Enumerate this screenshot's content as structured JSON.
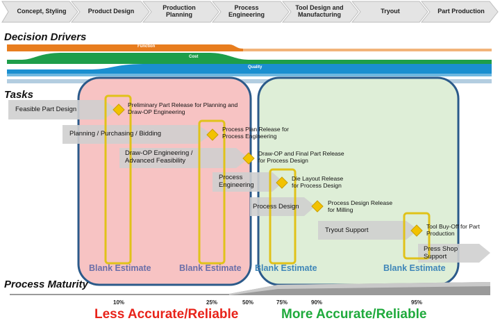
{
  "phases": [
    "Concept, Styling",
    "Product Design",
    "Production Planning",
    "Process Engineering",
    "Tool Design and Manufacturing",
    "Tryout",
    "Part Production"
  ],
  "sections": {
    "decision_drivers": "Decision Drivers",
    "tasks": "Tasks",
    "process_maturity": "Process Maturity"
  },
  "drivers": [
    {
      "label": "Function",
      "color": "#e87d1e"
    },
    {
      "label": "Cost",
      "color": "#1e9e4a"
    },
    {
      "label": "Quality",
      "color": "#1a8fd0"
    }
  ],
  "tasks": [
    "Feasible Part Design",
    "Planning / Purchasing / Bidding",
    "Draw-OP Engineering / Advanced Feasibility",
    "Process Engineering",
    "Process Design",
    "Tryout Support",
    "Press Shop Support"
  ],
  "milestones": [
    "Preliminary Part Release for Planning and Draw-OP Engineering",
    "Process Plan Release for Process Engineering",
    "Draw-OP and Final Part Release for Process Design",
    "Die Layout Release for Process Design",
    "Process Design Release for Milling",
    "Tool Buy-Off for Part Production"
  ],
  "estimates": [
    "Blank Estimate",
    "Blank Estimate",
    "Blank Estimate",
    "Blank Estimate"
  ],
  "maturity_ticks": [
    "10%",
    "25%",
    "50%",
    "75%",
    "90%",
    "95%"
  ],
  "accuracy": {
    "less": "Less Accurate/Reliable",
    "more": "More Accurate/Reliable",
    "less_color": "#e8231a",
    "more_color": "#1faa3c"
  },
  "colors": {
    "less_region": "#f7c3c3",
    "more_region": "#deeed7",
    "region_border": "#2b5a8a",
    "highlight": "#e0c21a",
    "diamond": "#f2c200",
    "task_arrow": "#cfcfcf"
  }
}
